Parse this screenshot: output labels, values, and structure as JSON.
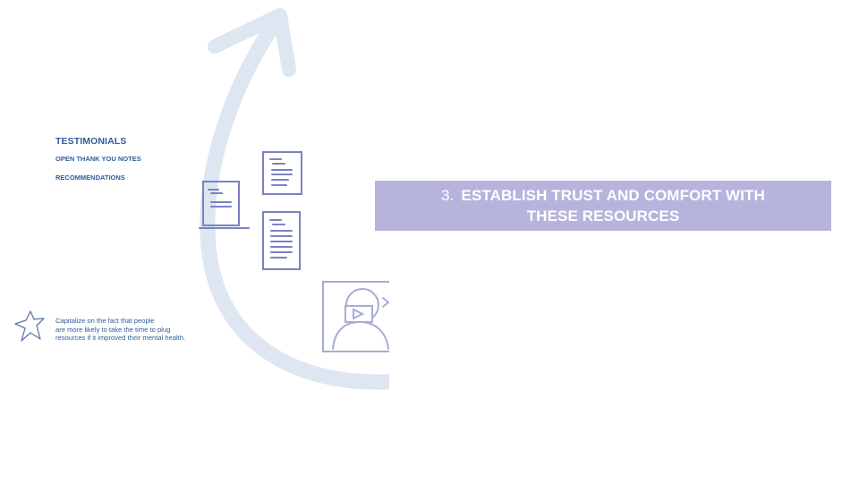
{
  "testimonials": {
    "heading": "TESTIMONIALS",
    "items": [
      "OPEN THANK YOU NOTES",
      "RECOMMENDATIONS"
    ]
  },
  "note": {
    "text_line1": "Capitalize on the fact that people",
    "text_line2": "are more likely to take the time to plug",
    "text_line3": "resources if it improved their mental health."
  },
  "title": {
    "number": "3.",
    "line1": "ESTABLISH TRUST AND COMFORT WITH",
    "line2": "THESE RESOURCES"
  },
  "colors": {
    "arrow": "#dde6f1",
    "sketch": "#7a82c2",
    "text": "#2f5d99",
    "banner": "#b6b3dc"
  },
  "icons": [
    "curved-arrow-icon",
    "document-icon",
    "video-person-icon",
    "star-icon"
  ]
}
